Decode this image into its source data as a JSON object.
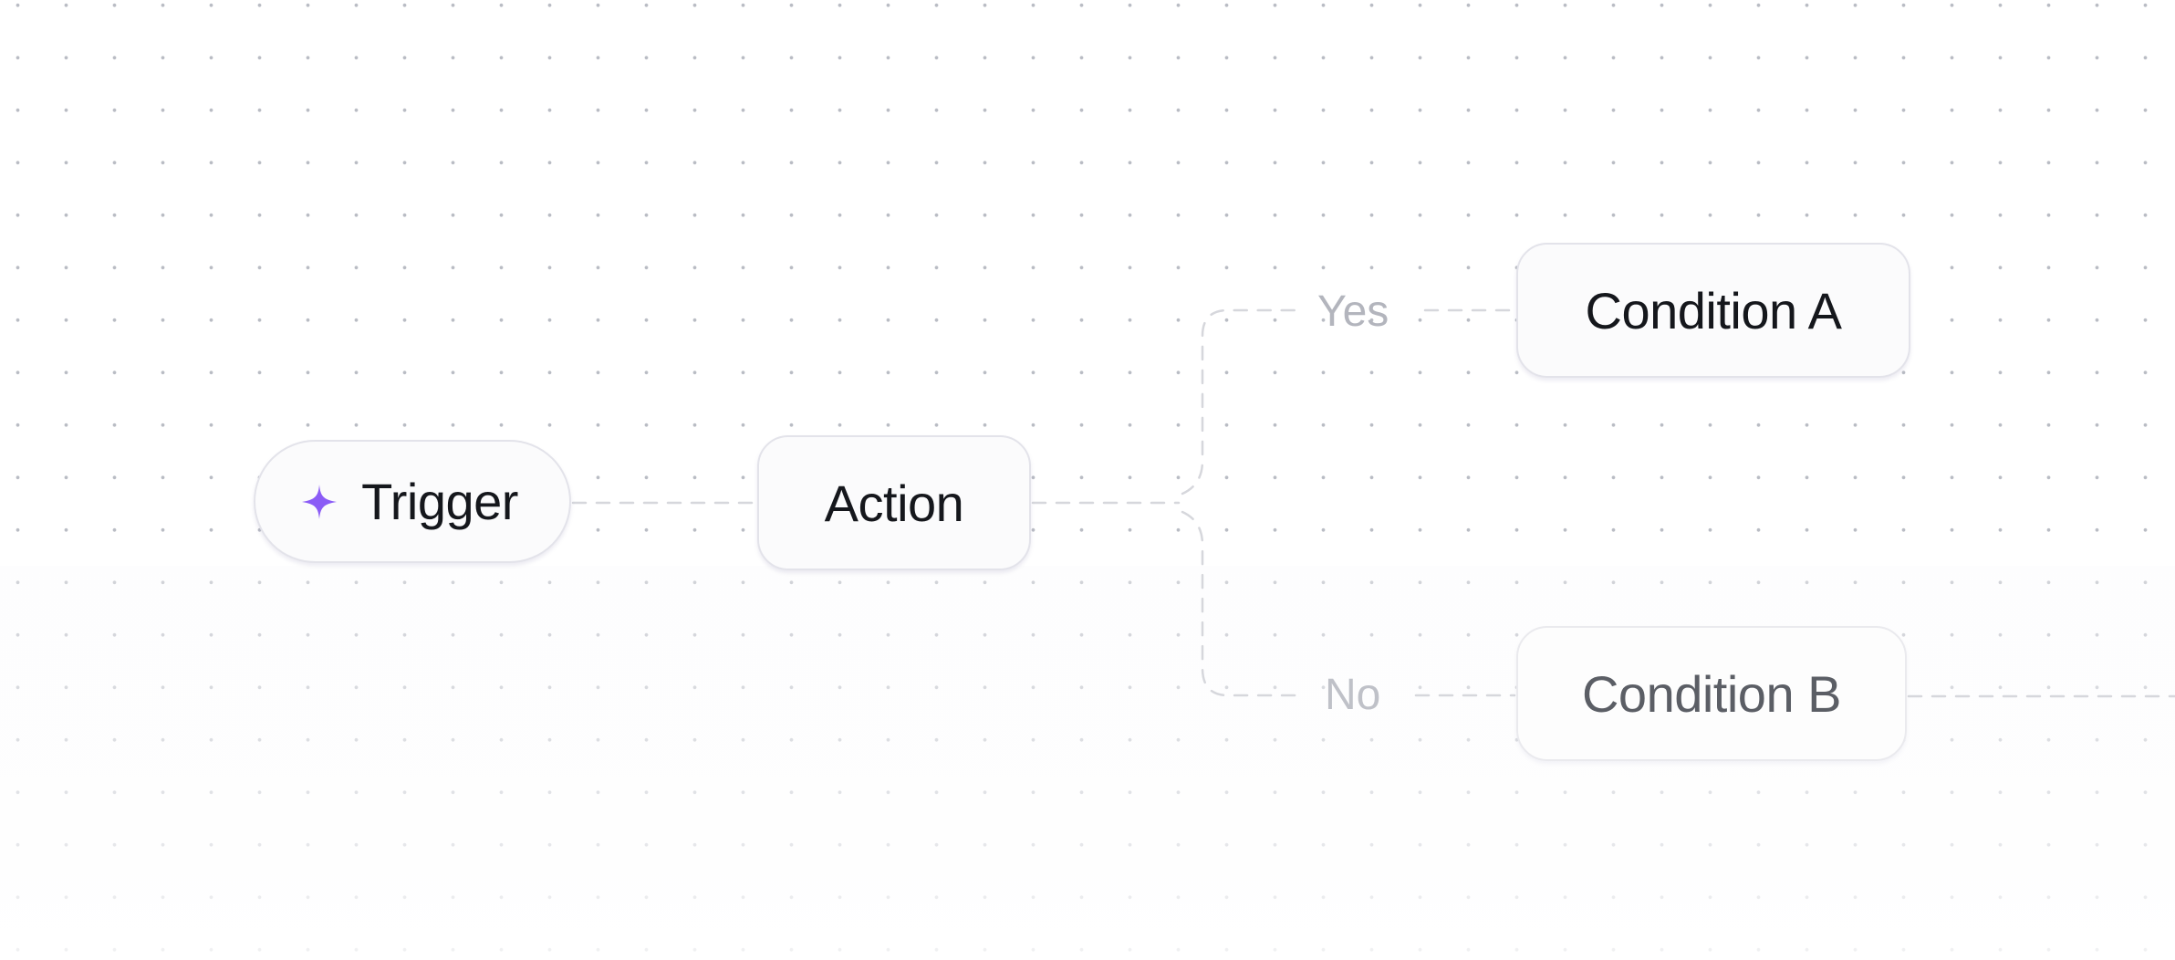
{
  "flow": {
    "nodes": {
      "trigger": {
        "label": "Trigger",
        "icon": "sparkle-icon",
        "icon_color": "#8b5cf6"
      },
      "action": {
        "label": "Action"
      },
      "condition_a": {
        "label": "Condition A"
      },
      "condition_b": {
        "label": "Condition B"
      }
    },
    "branches": {
      "yes": {
        "label": "Yes"
      },
      "no": {
        "label": "No"
      }
    },
    "edges": [
      {
        "from": "trigger",
        "to": "action"
      },
      {
        "from": "action",
        "to": "condition_a",
        "label": "Yes"
      },
      {
        "from": "action",
        "to": "condition_b",
        "label": "No"
      },
      {
        "from": "condition_b",
        "to": ""
      }
    ],
    "colors": {
      "connector": "#d6d7dc",
      "node_border": "#e3e3ea",
      "accent": "#8b5cf6"
    }
  }
}
